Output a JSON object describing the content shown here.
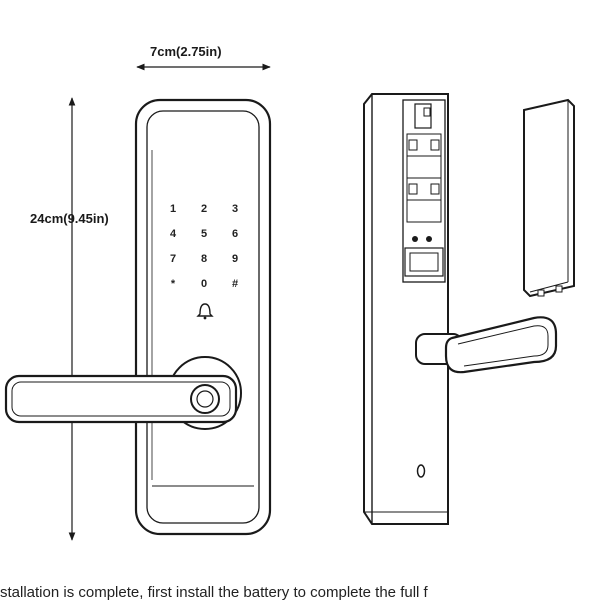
{
  "dimensions": {
    "width_label": "7cm(2.75in)",
    "height_label": "24cm(9.45in)"
  },
  "keypad": {
    "keys": [
      "1",
      "2",
      "3",
      "4",
      "5",
      "6",
      "7",
      "8",
      "9",
      "*",
      "0",
      "#"
    ]
  },
  "caption": "stallation is complete, first install the battery to complete the full f",
  "colors": {
    "line": "#1a1a1a",
    "background": "#ffffff"
  },
  "icons": [
    "doorbell-icon",
    "fingerprint-icon",
    "keyhole-icon"
  ]
}
